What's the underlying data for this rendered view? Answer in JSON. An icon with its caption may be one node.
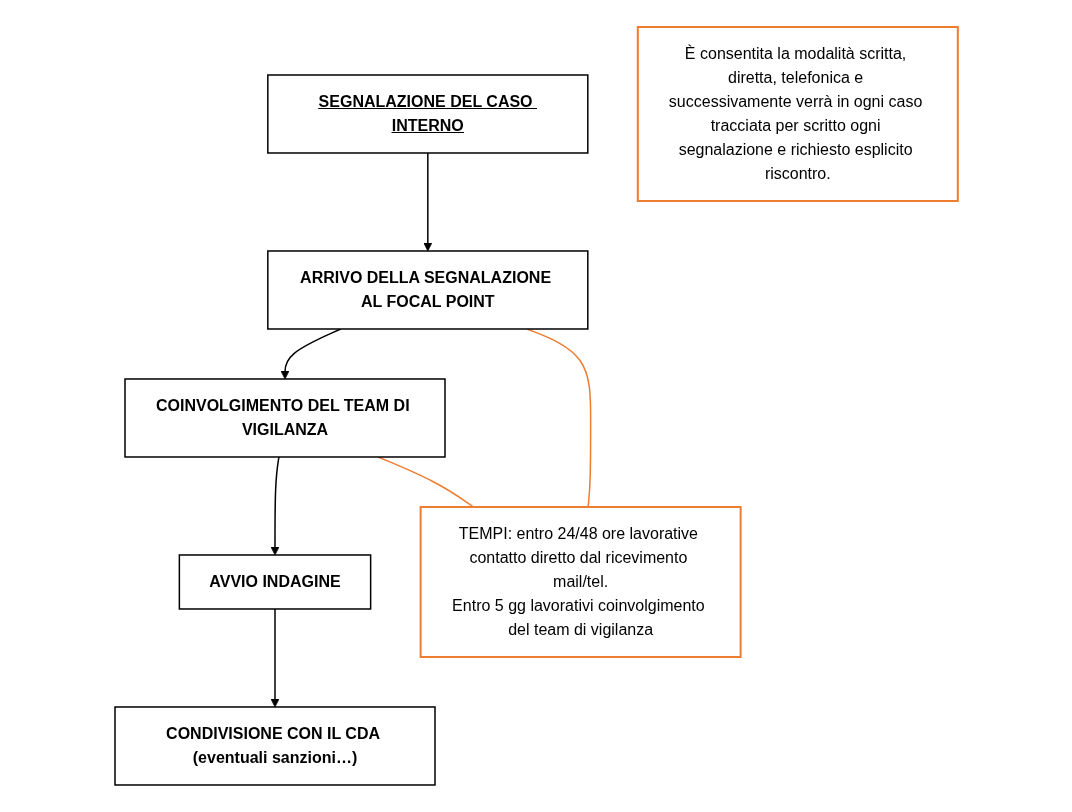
{
  "diagram": {
    "nodes": [
      {
        "text": [
          "SEGNALAZIONE DEL CASO INTERNO"
        ]
      },
      {
        "text": [
          "ARRIVO DELLA SEGNALAZIONE AL FOCAL POINT"
        ]
      },
      {
        "text": [
          "COINVOLGIMENTO DEL TEAM DI VIGILANZA"
        ]
      },
      {
        "text": [
          "AVVIO INDAGINE"
        ]
      },
      {
        "text": [
          "CONDIVISIONE CON IL CDA (eventuali sanzioni…)"
        ]
      },
      {
        "text": [
          "È consentita la modalità scritta, diretta, telefonica e successivamente verrà in ogni caso tracciata per scritto ogni segnalazione e richiesto esplicito riscontro."
        ]
      },
      {
        "text": [
          "TEMPI: entro 24/48 ore lavorative contatto diretto dal ricevimento mail/tel.",
          "Entro 5 gg lavorativi coinvolgimento del team di vigilanza"
        ]
      }
    ],
    "edges": [
      {
        "from": 0,
        "to": 1,
        "arrow": "to"
      },
      {
        "from": 1,
        "to": 2,
        "arrow": "to"
      },
      {
        "from": 2,
        "to": 3,
        "arrow": "to"
      },
      {
        "from": 3,
        "to": 4,
        "arrow": "to"
      },
      {
        "from": 1,
        "to": 6,
        "arrow": "none",
        "color": "#ed7d31"
      },
      {
        "from": 2,
        "to": 6,
        "arrow": "none",
        "color": "#ed7d31"
      }
    ]
  }
}
